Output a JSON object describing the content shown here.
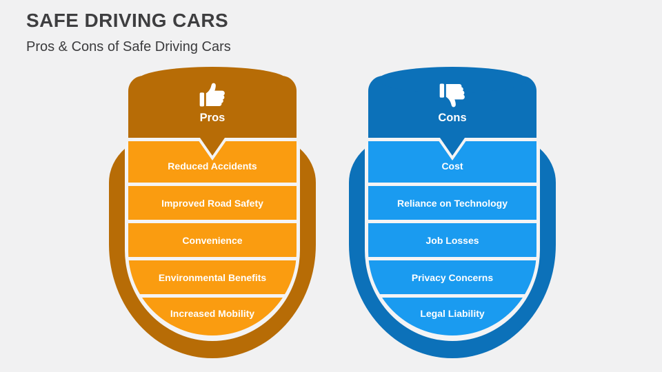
{
  "slide": {
    "title": "SAFE DRIVING CARS",
    "subtitle": "Pros & Cons of Safe Driving Cars",
    "background": "#F1F1F2",
    "title_color": "#3E3E40",
    "ring_color": "#F4F4F5"
  },
  "columns": [
    {
      "id": "pros",
      "label": "Pros",
      "icon": "thumbs-up-icon",
      "colors": {
        "dark": "#B76C06",
        "bright": "#FA9C10",
        "text": "#FFFFFF"
      },
      "items": [
        "Reduced Accidents",
        "Improved Road Safety",
        "Convenience",
        "Environmental Benefits",
        "Increased Mobility"
      ]
    },
    {
      "id": "cons",
      "label": "Cons",
      "icon": "thumbs-down-icon",
      "colors": {
        "dark": "#0C71B9",
        "bright": "#1A9BF0",
        "text": "#FFFFFF"
      },
      "items": [
        "Cost",
        "Reliance on Technology",
        "Job Losses",
        "Privacy Concerns",
        "Legal Liability"
      ]
    }
  ]
}
